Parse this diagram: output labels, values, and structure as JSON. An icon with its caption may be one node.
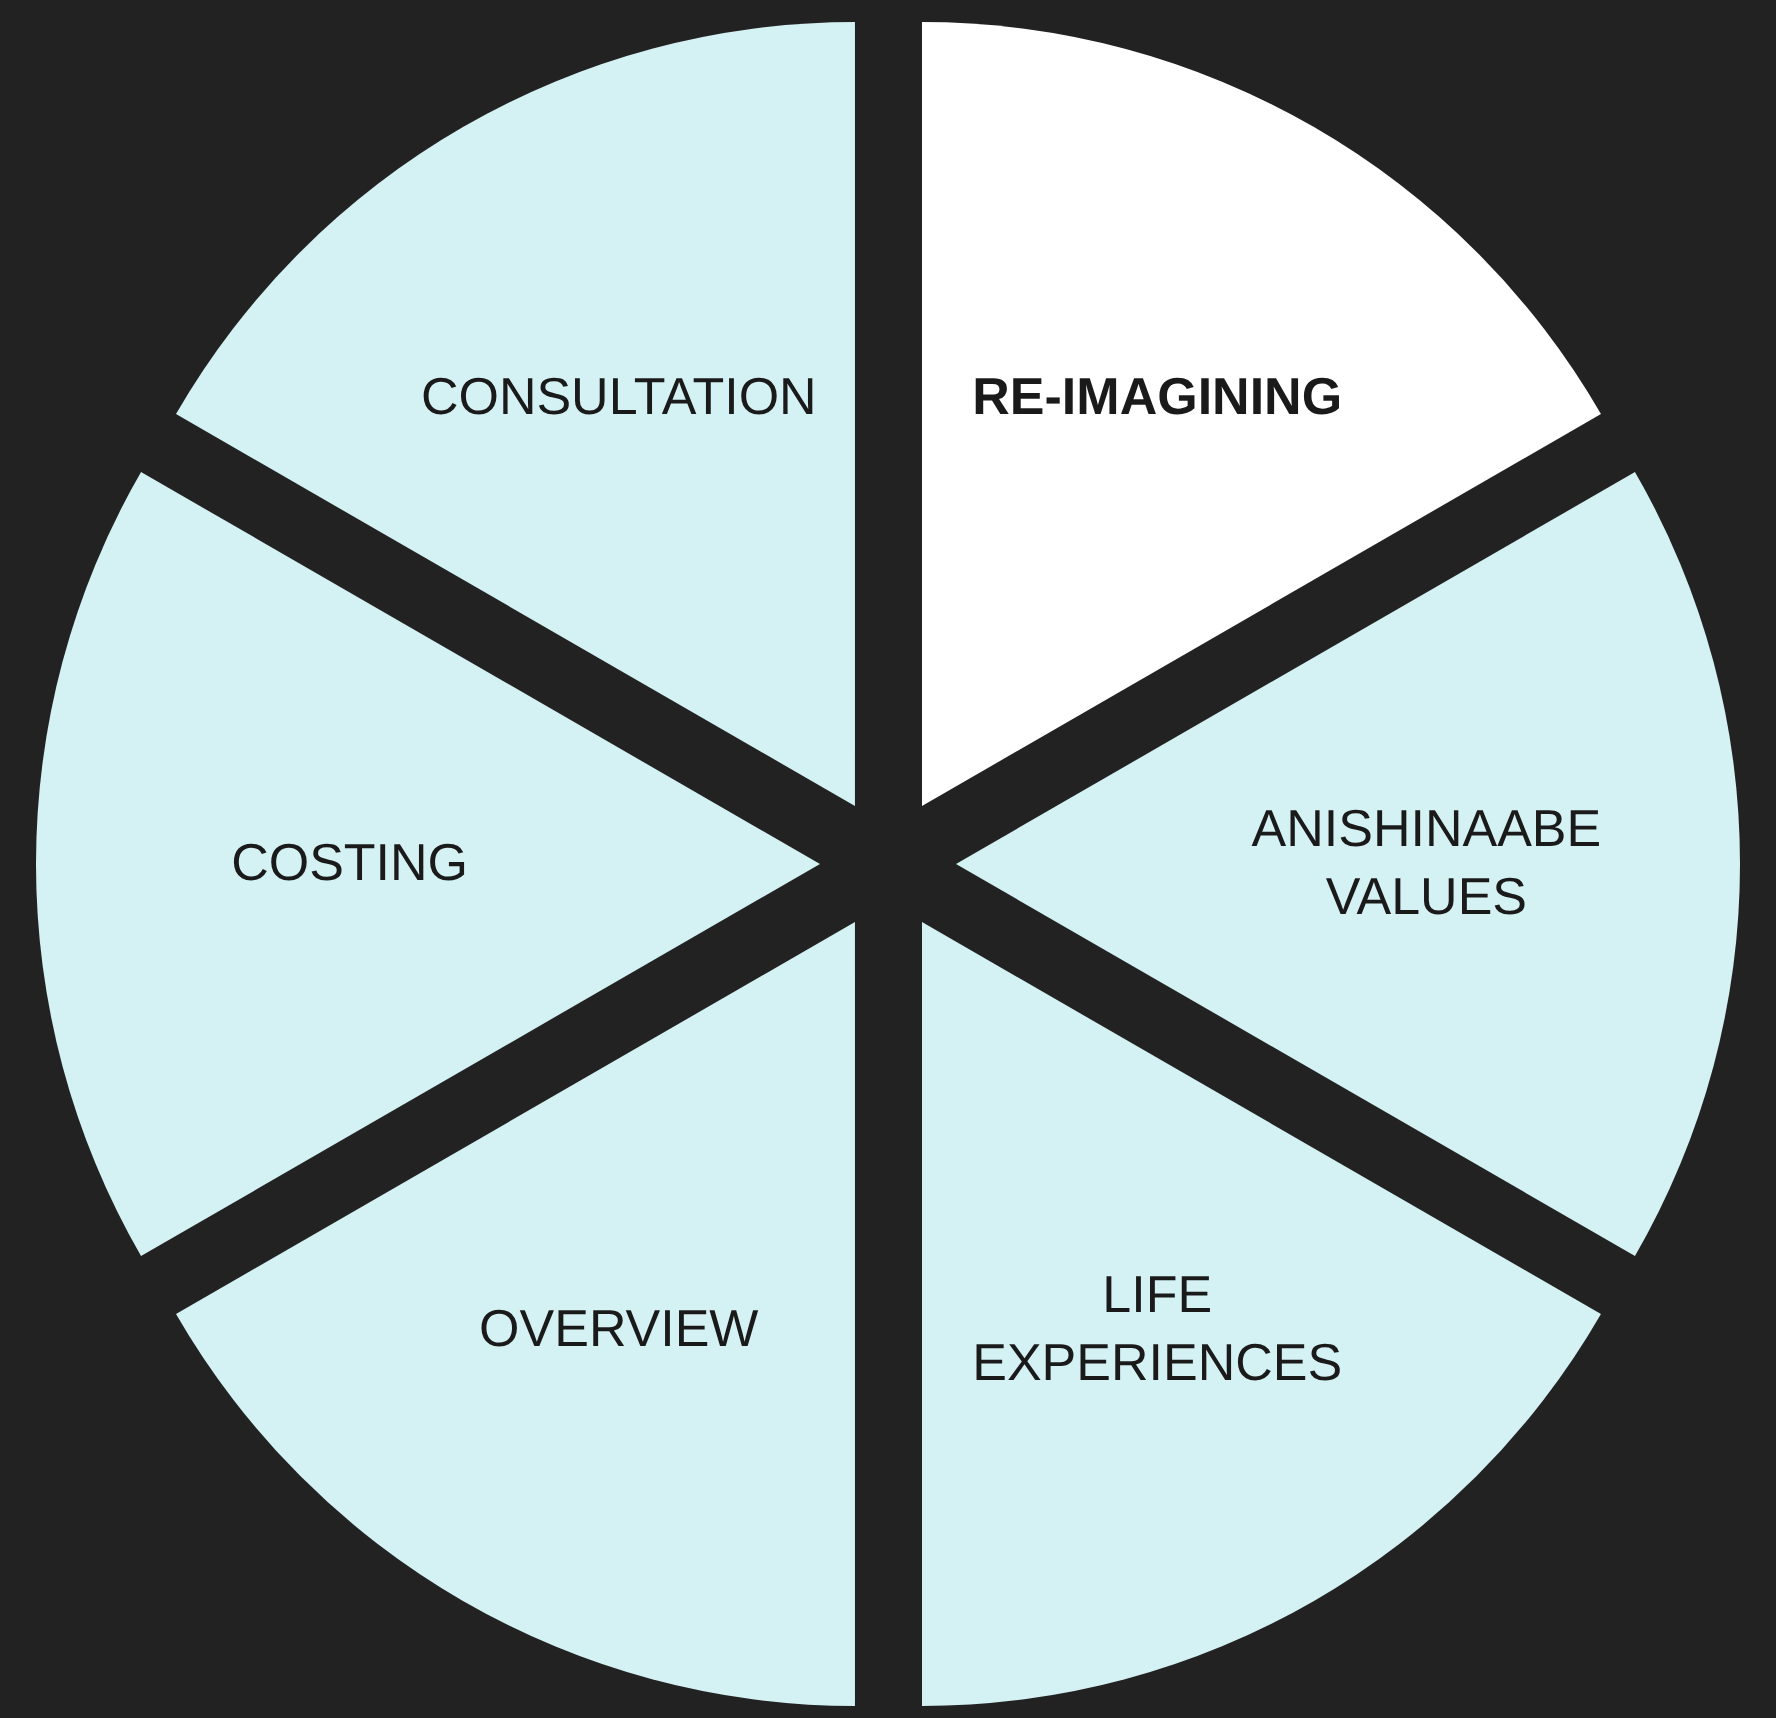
{
  "diagram": {
    "nodes": [
      {
        "text": [
          "RE-IMAGINING"
        ]
      },
      {
        "text": [
          "ANISHINAABE VALUES"
        ]
      },
      {
        "text": [
          "LIFE EXPERIENCES"
        ]
      },
      {
        "text": [
          "OVERVIEW"
        ]
      },
      {
        "text": [
          "COSTING"
        ]
      },
      {
        "text": [
          "CONSULTATION"
        ]
      }
    ]
  }
}
